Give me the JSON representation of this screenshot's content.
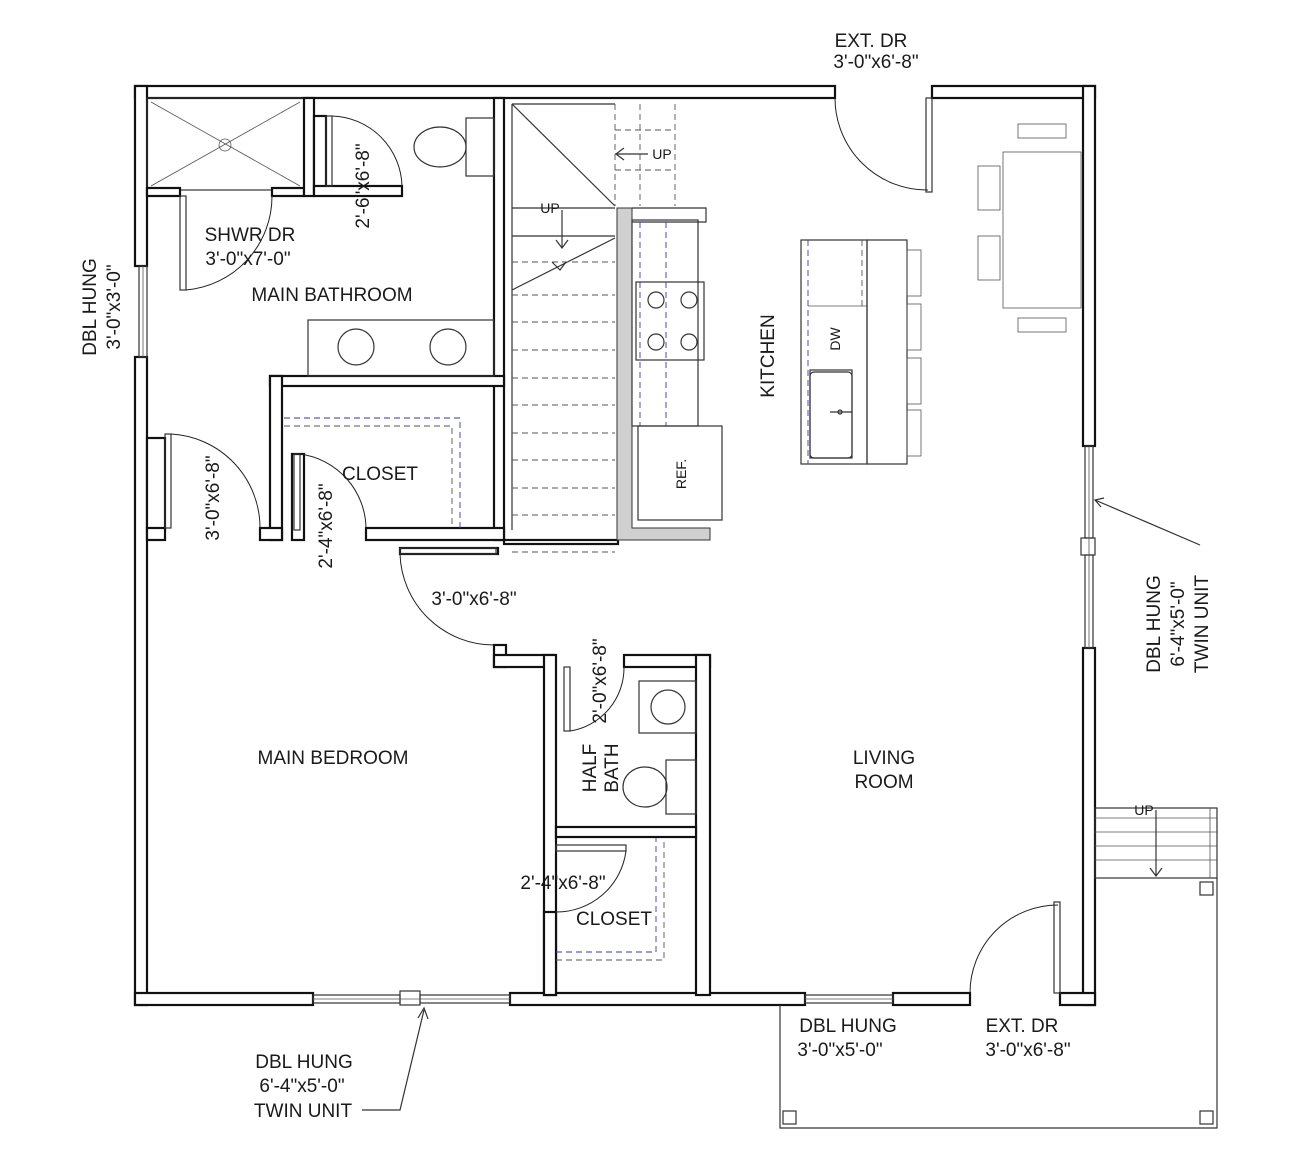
{
  "rooms": {
    "main_bathroom": "MAIN BATHROOM",
    "closet_top": "CLOSET",
    "kitchen": "KITCHEN",
    "main_bedroom": "MAIN BEDROOM",
    "half_bath_1": "HALF",
    "half_bath_2": "BATH",
    "living_1": "LIVING",
    "living_2": "ROOM",
    "closet_bottom": "CLOSET"
  },
  "fixtures": {
    "dishwasher": "DW",
    "refrigerator": "REF."
  },
  "stairs": {
    "up_top": "UP",
    "up_landing": "UP",
    "up_porch": "UP"
  },
  "openings": {
    "ext_dr_top": {
      "line1": "EXT. DR",
      "line2": "3'-0\"x6'-8\""
    },
    "shwr_dr": {
      "line1": "SHWR DR",
      "line2": "3'-0\"x7'-0\""
    },
    "dbl_hung_left": {
      "line1": "DBL HUNG",
      "line2": "3'-0\"x3'-0\""
    },
    "bath_door": "2'-6\"x6'-8\"",
    "bed_door_left": "3'-0\"x6'-8\"",
    "closet_door_top": "2'-4\"x6'-8\"",
    "bed_door_main": "3'-0\"x6'-8\"",
    "half_bath_door": "2'-0\"x6'-8\"",
    "closet_door_bottom": "2'-4\"x6'-8\"",
    "dbl_hung_right": {
      "line1": "DBL HUNG",
      "line2": "6'-4\"x5'-0\"",
      "line3": "TWIN UNIT"
    },
    "dbl_hung_bottom_left": {
      "line1": "DBL HUNG",
      "line2": "6'-4\"x5'-0\"",
      "line3": "TWIN UNIT"
    },
    "dbl_hung_bottom_mid": {
      "line1": "DBL HUNG",
      "line2": "3'-0\"x5'-0\""
    },
    "ext_dr_bottom": {
      "line1": "EXT. DR",
      "line2": "3'-0\"x6'-8\""
    }
  }
}
